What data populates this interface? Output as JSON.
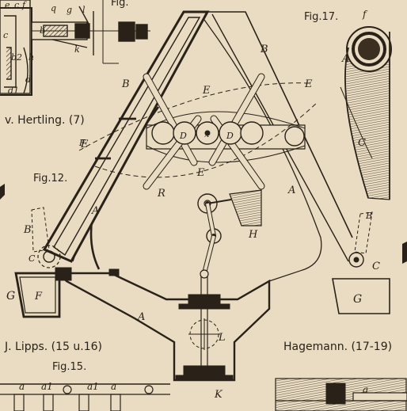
{
  "captions": {
    "hertling": "v. Hertling. (7)",
    "lipps": "J. Lipps. (15 u.16)",
    "hagemann": "Hagemann. (17-19)"
  },
  "figures": {
    "fig12": "Fig.12.",
    "fig15": "Fig.15.",
    "fig17": "Fig.17.",
    "fig_top_partial": "Fig."
  },
  "labels": {
    "A": "A",
    "B": "B",
    "C": "C",
    "D": "D",
    "E": "E",
    "F": "F",
    "G": "G",
    "H": "H",
    "K": "K",
    "L": "L",
    "R": "R",
    "x": "x",
    "a": "a",
    "a1": "a1",
    "b": "b",
    "b2": "b2",
    "c": "c",
    "d": "d",
    "d1": "d1",
    "e": "e",
    "f": "f",
    "g": "g",
    "h": "h",
    "k": "k",
    "l": "l",
    "q": "q"
  },
  "colors": {
    "paper": "#e9dcc2",
    "ink": "#2a2218",
    "shade": "#3b2f22"
  }
}
